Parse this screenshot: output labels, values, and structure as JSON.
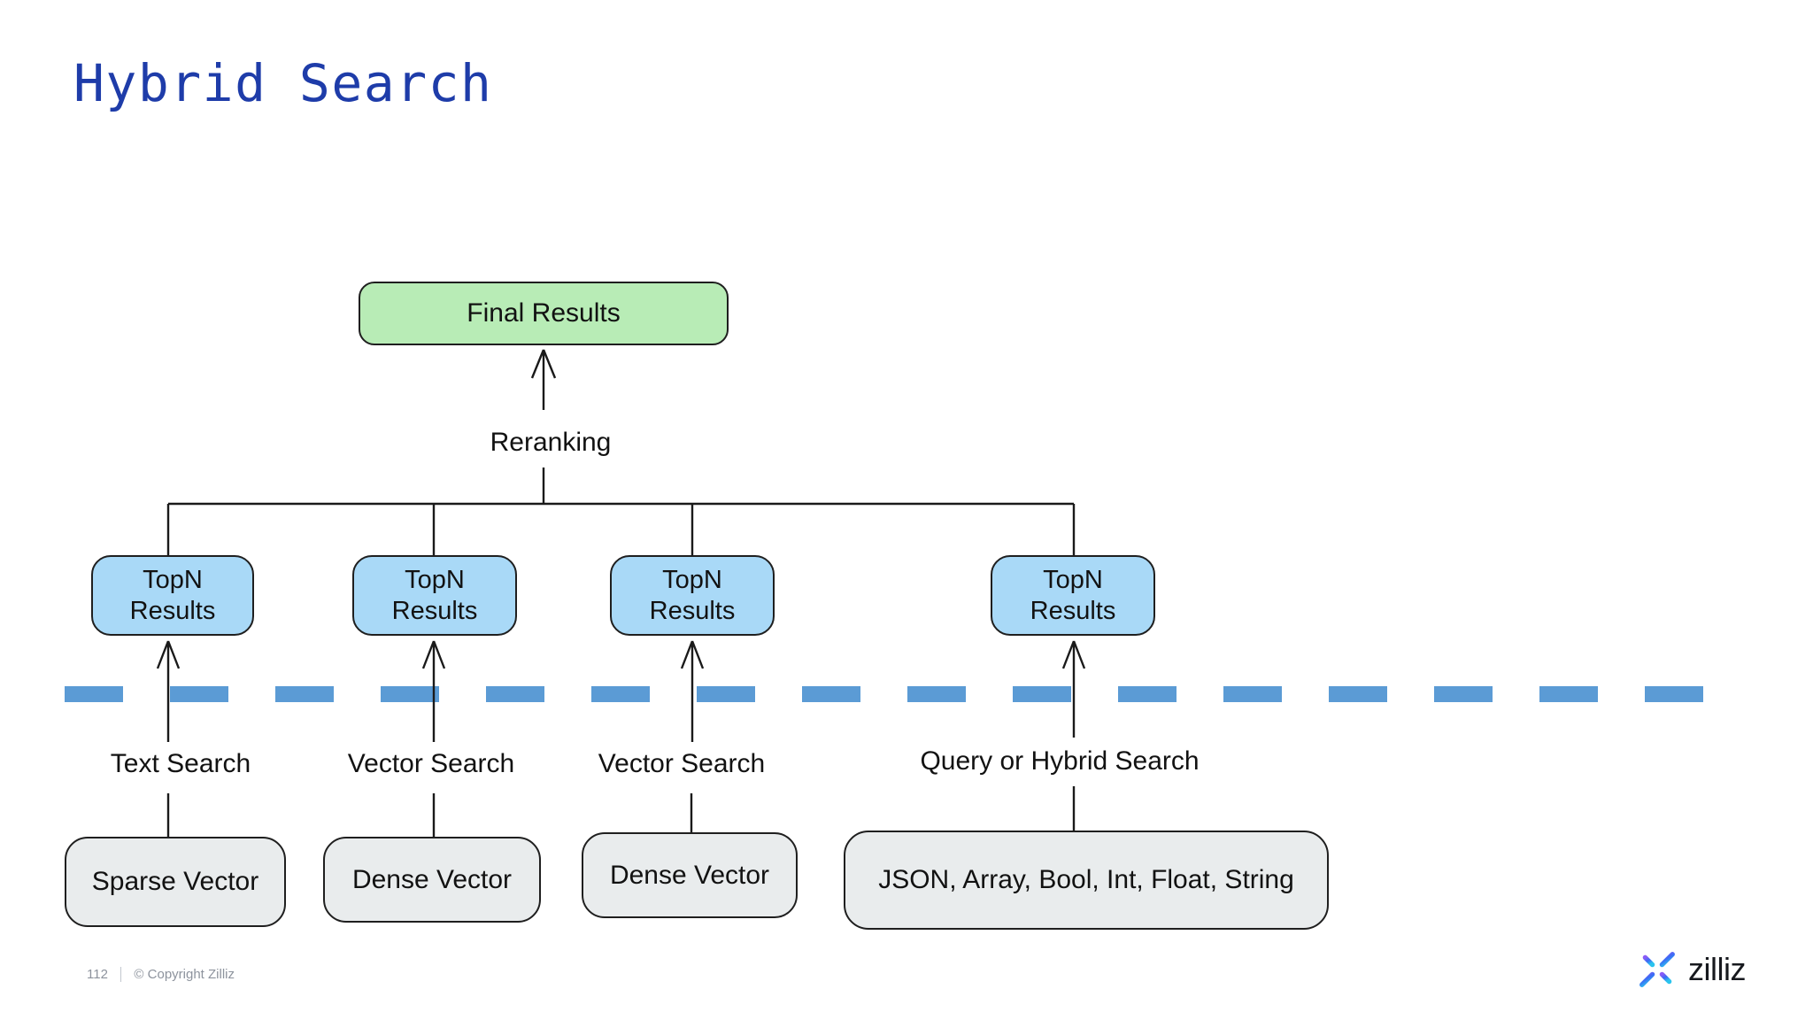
{
  "slide": {
    "title": "Hybrid Search",
    "footer": {
      "page_number": "112",
      "copyright": "© Copyright Zilliz"
    },
    "logo": {
      "brand": "zilliz",
      "icon": "zilliz-star-icon"
    }
  },
  "diagram": {
    "final_results_label": "Final Results",
    "reranking_label": "Reranking",
    "columns": [
      {
        "topn_label": "TopN\nResults",
        "search_label": "Text Search",
        "source_label": "Sparse Vector"
      },
      {
        "topn_label": "TopN\nResults",
        "search_label": "Vector Search",
        "source_label": "Dense Vector"
      },
      {
        "topn_label": "TopN\nResults",
        "search_label": "Vector Search",
        "source_label": "Dense Vector"
      },
      {
        "topn_label": "TopN\nResults",
        "search_label": "Query or Hybrid Search",
        "source_label": "JSON, Array, Bool, Int, Float, String"
      }
    ],
    "colors": {
      "title_blue": "#1e3ca9",
      "final_results_fill": "#b8ecb6",
      "topn_fill": "#a9d9f7",
      "source_fill": "#e9eced",
      "dashed_line_blue": "#5b9bd5",
      "connector_line": "#1a1a1a"
    }
  }
}
